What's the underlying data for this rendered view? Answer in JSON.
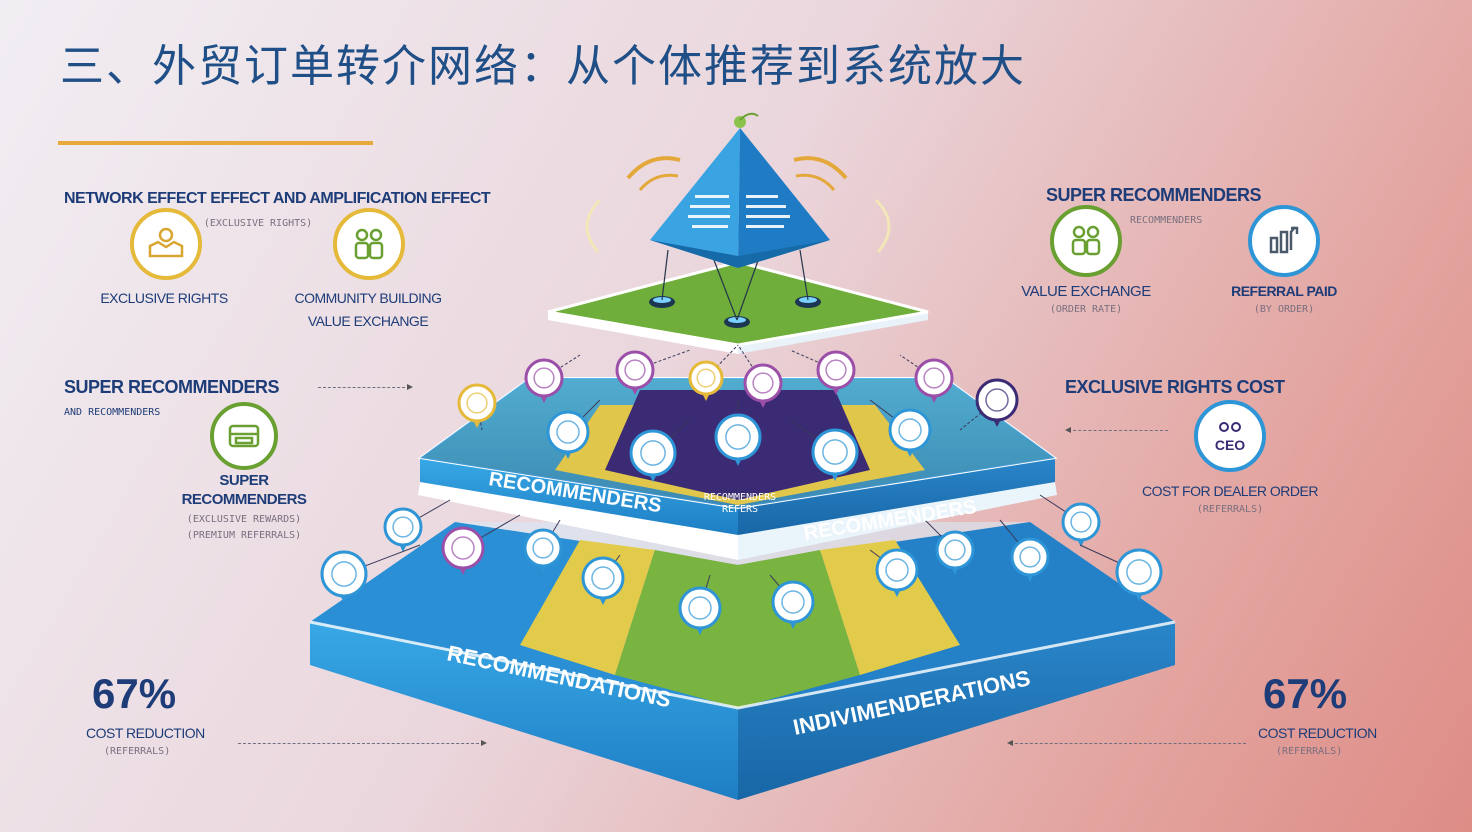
{
  "page": {
    "title": "三、外贸订单转介网络：从个体推荐到系统放大"
  },
  "left_panel": {
    "heading": "NETWORK EFFECT EFFECT AND AMPLIFICATION EFFECT",
    "heading_sub": "(EXCLUSIVE RIGHTS)",
    "item1": "EXCLUSIVE RIGHTS",
    "item2_line1": "COMMUNITY BUILDING",
    "item2_line2": "VALUE EXCHANGE",
    "super_heading": "SUPER RECOMMENDERS",
    "super_sub": "AND RECOMMENDERS",
    "super2_line1": "SUPER",
    "super2_line2": "RECOMMENDERS",
    "super2_sub1": "(EXCLUSIVE REWARDS)",
    "super2_sub2": "(PREMIUM REFERRALS)",
    "stat_value": "67%",
    "stat_label": "COST REDUCTION",
    "stat_sub": "(REFERRALS)"
  },
  "right_panel": {
    "heading": "SUPER RECOMMENDERS",
    "heading_sub": "RECOMMENDERS",
    "item1": "VALUE EXCHANGE",
    "item1_sub": "(ORDER RATE)",
    "item2": "REFERRAL PAID",
    "item2_sub": "(BY ORDER)",
    "exclusive_heading": "EXCLUSIVE RIGHTS COST",
    "badge_text": "CEO",
    "exclusive_label": "COST FOR DEALER ORDER",
    "exclusive_sub": "(REFERRALS)",
    "stat_value": "67%",
    "stat_label": "COST REDUCTION",
    "stat_sub": "(REFERRALS)"
  },
  "pyramid": {
    "tier2_left": "RECOMMENDERS",
    "tier2_right": "RECOMMENDERS",
    "tier2_center_line1": "RECOMMENDERS",
    "tier2_center_line2": "REFERS",
    "base_left": "RECOMMENDATIONS",
    "base_right": "INDIVIMENDERATIONS"
  },
  "colors": {
    "title": "#1f4f86",
    "accent": "#e8a93c",
    "navy": "#1d3c78",
    "sky": "#2e95d6",
    "green": "#6fae3a",
    "yellow": "#e3c84b",
    "purple": "#3b2a74"
  }
}
